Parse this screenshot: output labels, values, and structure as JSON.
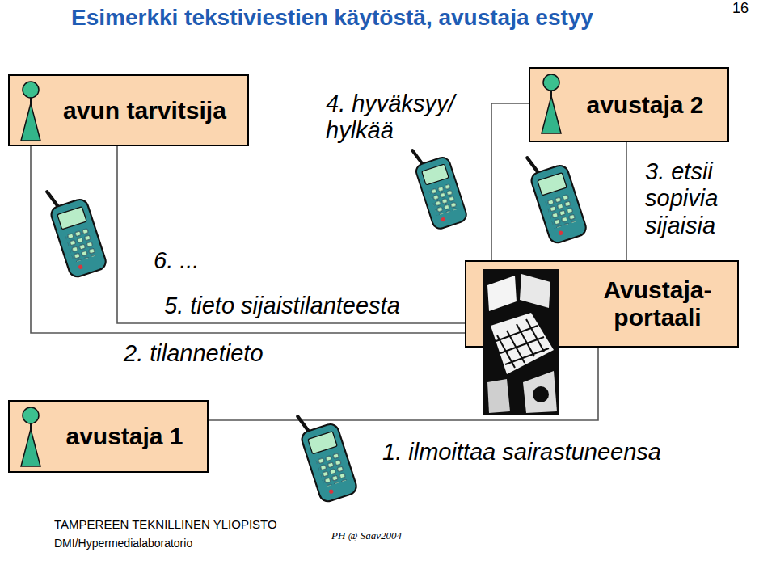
{
  "diagram": {
    "title": "Esimerkki tekstiviestien käytöstä, avustaja estyy",
    "nodes": [
      {
        "text": [
          "avun tarvitsija"
        ]
      },
      {
        "text": [
          "avustaja 2"
        ]
      },
      {
        "text": [
          "Avustaja- portaali"
        ]
      },
      {
        "text": [
          "avustaja 1"
        ]
      }
    ],
    "edges": [
      {
        "from": 3,
        "to": 2,
        "arrow": "none",
        "label": "1. ilmoittaa sairastuneensa"
      },
      {
        "from": 2,
        "to": 0,
        "arrow": "none",
        "label": "2. tilannetieto"
      },
      {
        "from": 2,
        "to": 1,
        "arrow": "none",
        "label": "3. etsii sopivia sijaisia"
      },
      {
        "from": 1,
        "to": 2,
        "arrow": "none",
        "label": "4. hyväksyy/ hylkää"
      },
      {
        "from": 2,
        "to": 0,
        "arrow": "none",
        "label": "5. tieto sijaistilanteesta"
      }
    ],
    "labels": [
      "16",
      "6. ...",
      "TAMPEREEN TEKNILLINEN YLIOPISTO",
      "DMI/Hypermedialaboratorio",
      "PH @ Saav2004"
    ]
  }
}
